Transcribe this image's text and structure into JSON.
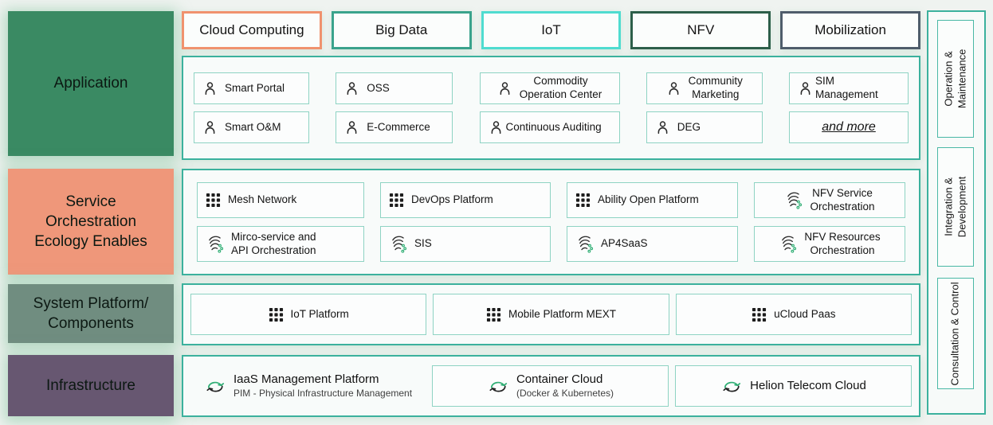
{
  "left_column": {
    "rows": [
      {
        "label": "Application"
      },
      {
        "label": "Service\nOrchestration\nEcology Enables"
      },
      {
        "label": "System Platform/\nComponents"
      },
      {
        "label": "Infrastructure"
      }
    ]
  },
  "top_tags": [
    {
      "label": "Cloud Computing",
      "border_color": "#f0926e"
    },
    {
      "label": "Big Data",
      "border_color": "#3aa38c"
    },
    {
      "label": "IoT",
      "border_color": "#4fdcd0"
    },
    {
      "label": "NFV",
      "border_color": "#2d5f4a"
    },
    {
      "label": "Mobilization",
      "border_color": "#4f5d6b"
    }
  ],
  "application": {
    "items": [
      {
        "label": "Smart Portal",
        "icon": "person"
      },
      {
        "label": "OSS",
        "icon": "person"
      },
      {
        "label": "Commodity\nOperation Center",
        "icon": "person"
      },
      {
        "label": "Community\nMarketing",
        "icon": "person"
      },
      {
        "label": "SIM Management",
        "icon": "person"
      },
      {
        "label": "Smart O&M",
        "icon": "person"
      },
      {
        "label": "E-Commerce",
        "icon": "person"
      },
      {
        "label": "Continuous Auditing",
        "icon": "person"
      },
      {
        "label": "DEG",
        "icon": "person"
      },
      {
        "label": "and more",
        "icon": "none"
      }
    ]
  },
  "service_orchestration": {
    "items": [
      {
        "label": "Mesh Network",
        "icon": "grid"
      },
      {
        "label": "DevOps Platform",
        "icon": "grid"
      },
      {
        "label": "Ability Open Platform",
        "icon": "grid"
      },
      {
        "label": "NFV Service\nOrchestration",
        "icon": "swirl"
      },
      {
        "label": "Mirco-service and\nAPI Orchestration",
        "icon": "swirl"
      },
      {
        "label": "SIS",
        "icon": "swirl"
      },
      {
        "label": "AP4SaaS",
        "icon": "swirl"
      },
      {
        "label": "NFV Resources\nOrchestration",
        "icon": "swirl"
      }
    ]
  },
  "system_platform": {
    "items": [
      {
        "label": "IoT Platform",
        "icon": "grid"
      },
      {
        "label": "Mobile Platform MEXT",
        "icon": "grid"
      },
      {
        "label": "uCloud Paas",
        "icon": "grid"
      }
    ]
  },
  "infrastructure": {
    "items": [
      {
        "label": "IaaS Management Platform",
        "sublabel": "PIM - Physical Infrastructure Management",
        "icon": "cloud-sync",
        "bordered": false
      },
      {
        "label": "Container Cloud",
        "sublabel": "(Docker & Kubernetes)",
        "icon": "cloud-sync",
        "bordered": true
      },
      {
        "label": "Helion Telecom Cloud",
        "sublabel": "",
        "icon": "cloud-sync",
        "bordered": true
      }
    ]
  },
  "right_column": {
    "items": [
      {
        "label": "Operation &\nMaintenance"
      },
      {
        "label": "Integration &\nDevelopment"
      },
      {
        "label": "Consultation & Control"
      }
    ]
  },
  "palette": {
    "background": "#eff3f0",
    "application_block": "#3a8a63",
    "service_block": "#ef977a",
    "system_block": "#708d80",
    "infrastructure_block": "#675771",
    "container_border": "#3bb19d",
    "item_border": "#8ed3c3",
    "glow": "#86c5a0",
    "icon_green": "#2fae74",
    "text": "#141414"
  }
}
